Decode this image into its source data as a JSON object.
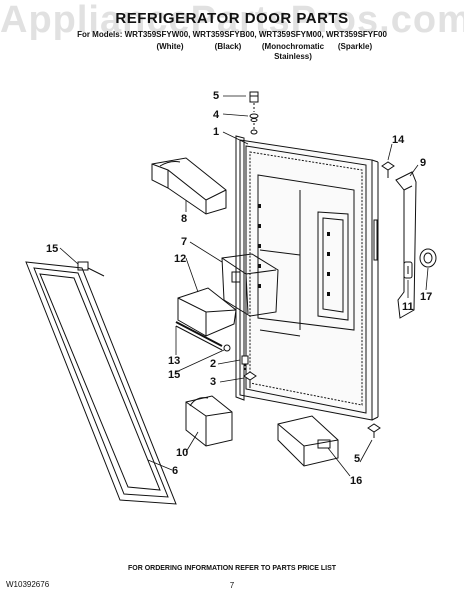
{
  "watermark": "AppliancePartsPros.com",
  "title": "REFRIGERATOR DOOR PARTS",
  "models_line": "For Models: WRT359SFYW00, WRT359SFYB00, WRT359SFYM00, WRT359SFYF00",
  "variants": [
    "(White)",
    "(Black)",
    "(Monochromatic Stainless)",
    "(Sparkle)"
  ],
  "callouts": {
    "c5a": "5",
    "c4": "4",
    "c1": "1",
    "c14": "14",
    "c9": "9",
    "c8": "8",
    "c7": "7",
    "c12": "12",
    "c15a": "15",
    "c13": "13",
    "c15b": "15",
    "c2": "2",
    "c3": "3",
    "c11": "11",
    "c17": "17",
    "c10": "10",
    "c6": "6",
    "c5b": "5",
    "c16": "16"
  },
  "footer": "FOR ORDERING INFORMATION REFER TO PARTS PRICE LIST",
  "doc_number": "W10392676",
  "page_number": "7"
}
